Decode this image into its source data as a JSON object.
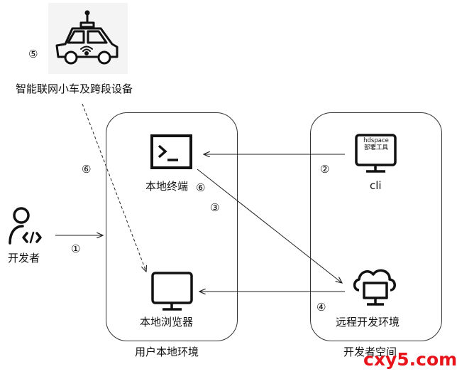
{
  "nodes": {
    "iot_car": {
      "label": "智能联网小车及跨段设备"
    },
    "developer": {
      "label": "开发者"
    },
    "local_terminal": {
      "label": "本地终端"
    },
    "local_browser": {
      "label": "本地浏览器"
    },
    "cli": {
      "label": "cli",
      "screen_text_line1": "hdspace",
      "screen_text_line2": "部署工具"
    },
    "remote_env": {
      "label": "远程开发环境"
    }
  },
  "regions": {
    "local": {
      "label": "用户本地环境"
    },
    "dev_space": {
      "label": "开发者空间"
    }
  },
  "step_labels": {
    "s1": "①",
    "s2": "②",
    "s3": "③",
    "s4": "④",
    "s5": "⑤",
    "s6": "⑥",
    "s6b": "⑥"
  },
  "watermark": {
    "text": "cxy5.com",
    "color": "#e8141c"
  },
  "terminal_glyph": ">_",
  "code_glyph": "</>",
  "colors": {
    "stroke": "#222222",
    "watermark": "#e8141c"
  }
}
